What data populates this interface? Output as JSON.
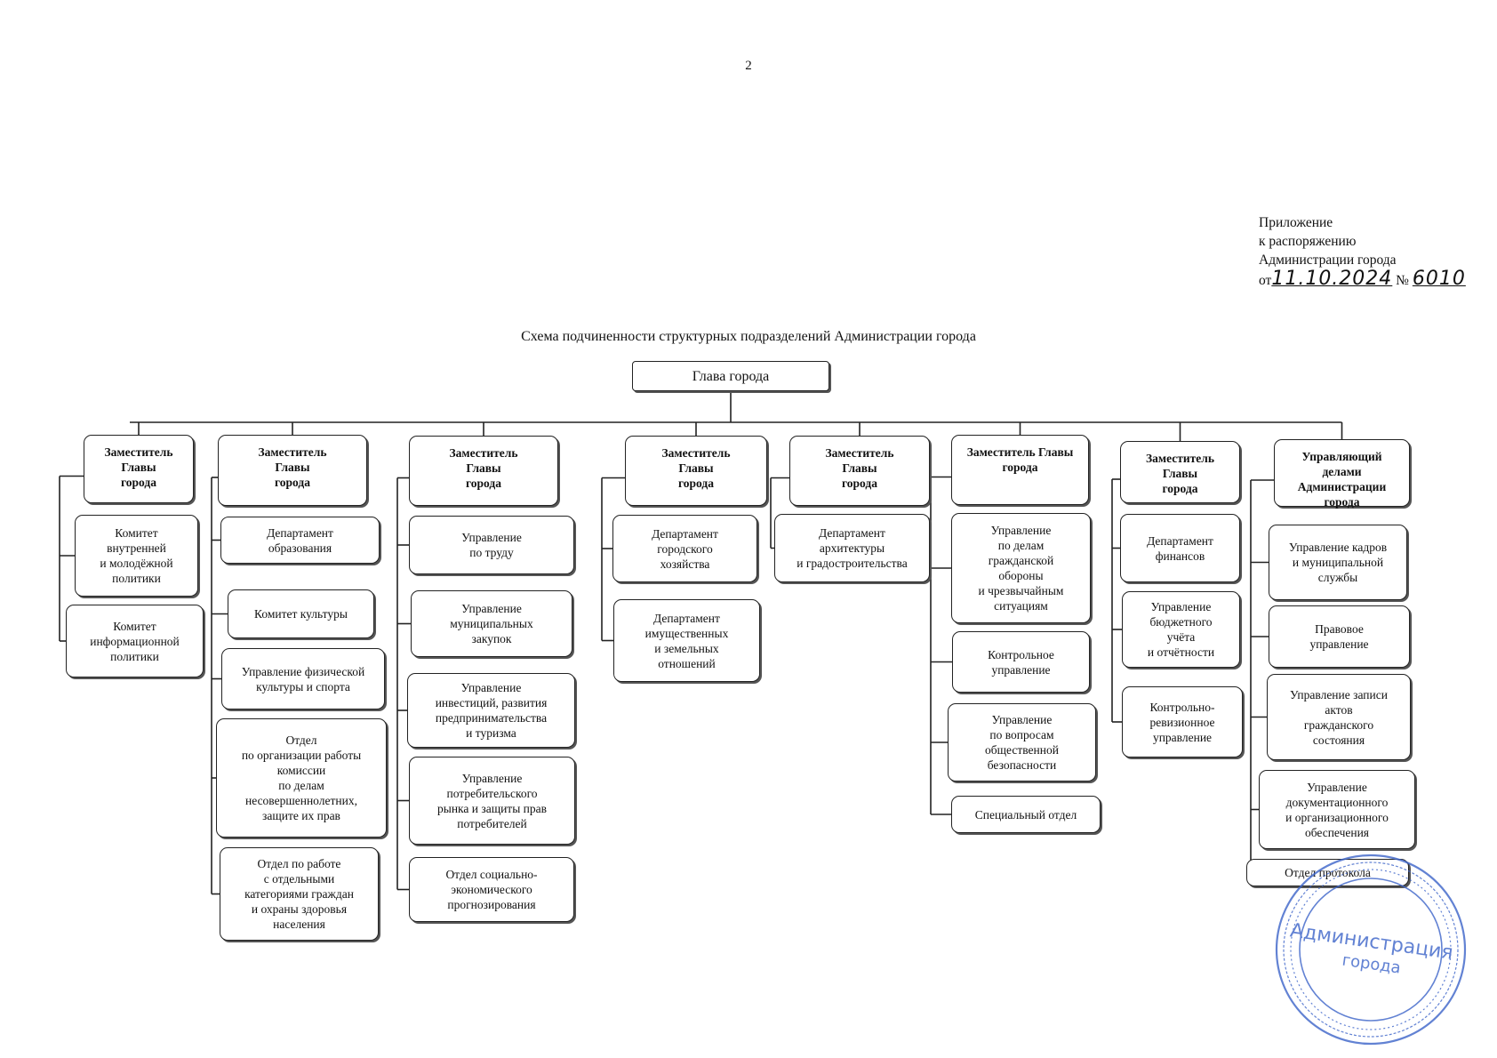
{
  "page_number": "2",
  "appendix": {
    "line1": "Приложение",
    "line2": "к распоряжению",
    "line3": "Администрации города",
    "date_prefix": "от",
    "date_value": "11.10.2024",
    "number_prefix": "№",
    "number_value": "6010"
  },
  "title": "Схема подчиненности структурных подразделений Администрации города",
  "head": "Глава города",
  "columns": [
    {
      "deputy": "Заместитель\nГлавы\nгорода",
      "units": [
        "Комитет\nвнутренней\nи молодёжной\nполитики",
        "Комитет\nинформационной\nполитики"
      ]
    },
    {
      "deputy": "Заместитель\nГлавы\nгорода",
      "units": [
        "Департамент\nобразования",
        "Комитет культуры",
        "Управление физической\nкультуры и спорта",
        "Отдел\nпо организации работы\nкомиссии\nпо делам\nнесовершеннолетних,\nзащите их прав",
        "Отдел по работе\nс отдельными\nкатегориями граждан\nи охраны здоровья\nнаселения"
      ]
    },
    {
      "deputy": "Заместитель\nГлавы\nгорода",
      "units": [
        "Управление\nпо труду",
        "Управление\nмуниципальных\nзакупок",
        "Управление\nинвестиций, развития\nпредпринимательства\nи туризма",
        "Управление\nпотребительского\nрынка и защиты прав\nпотребителей",
        "Отдел социально-\nэкономического\nпрогнозирования"
      ]
    },
    {
      "deputy": "Заместитель\nГлавы\nгорода",
      "units": [
        "Департамент\nгородского\nхозяйства",
        "Департамент\nимущественных\nи земельных\nотношений"
      ]
    },
    {
      "deputy": "Заместитель\nГлавы\nгорода",
      "units": [
        "Департамент\nархитектуры\nи градостроительства"
      ]
    },
    {
      "deputy": "Заместитель Главы\nгорода",
      "units": [
        "Управление\nпо делам\nгражданской\nобороны\nи чрезвычайным\nситуациям",
        "Контрольное\nуправление",
        "Управление\nпо вопросам\nобщественной\nбезопасности",
        "Специальный отдел"
      ]
    },
    {
      "deputy": "Заместитель\nГлавы\nгорода",
      "units": [
        "Департамент\nфинансов",
        "Управление\nбюджетного\nучёта\nи отчётности",
        "Контрольно-\nревизионное\nуправление"
      ]
    },
    {
      "deputy": "Управляющий\nделами\nАдминистрации\nгорода",
      "units": [
        "Управление кадров\nи муниципальной\nслужбы",
        "Правовое\nуправление",
        "Управление записи\nактов\nгражданского\nсостояния",
        "Управление\nдокументационного\nи организационного\nобеспечения",
        "Отдел протокола"
      ]
    }
  ],
  "stamp": {
    "text_line1": "Администрация",
    "text_line2": "города",
    "color": "#3b63c9"
  }
}
